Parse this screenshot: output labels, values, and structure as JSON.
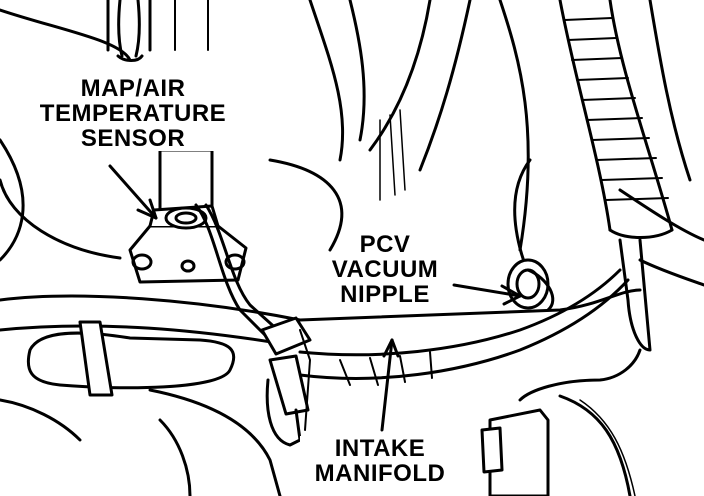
{
  "figure": {
    "callouts": {
      "map_sensor": {
        "lines": [
          "MAP/AIR",
          "TEMPERATURE",
          "SENSOR"
        ]
      },
      "pcv_nipple": {
        "lines": [
          "PCV",
          "VACUUM",
          "NIPPLE"
        ]
      },
      "intake_manifold": {
        "lines": [
          "INTAKE",
          "MANIFOLD"
        ]
      }
    },
    "colors": {
      "ink": "#000000",
      "paper": "#ffffff"
    }
  }
}
